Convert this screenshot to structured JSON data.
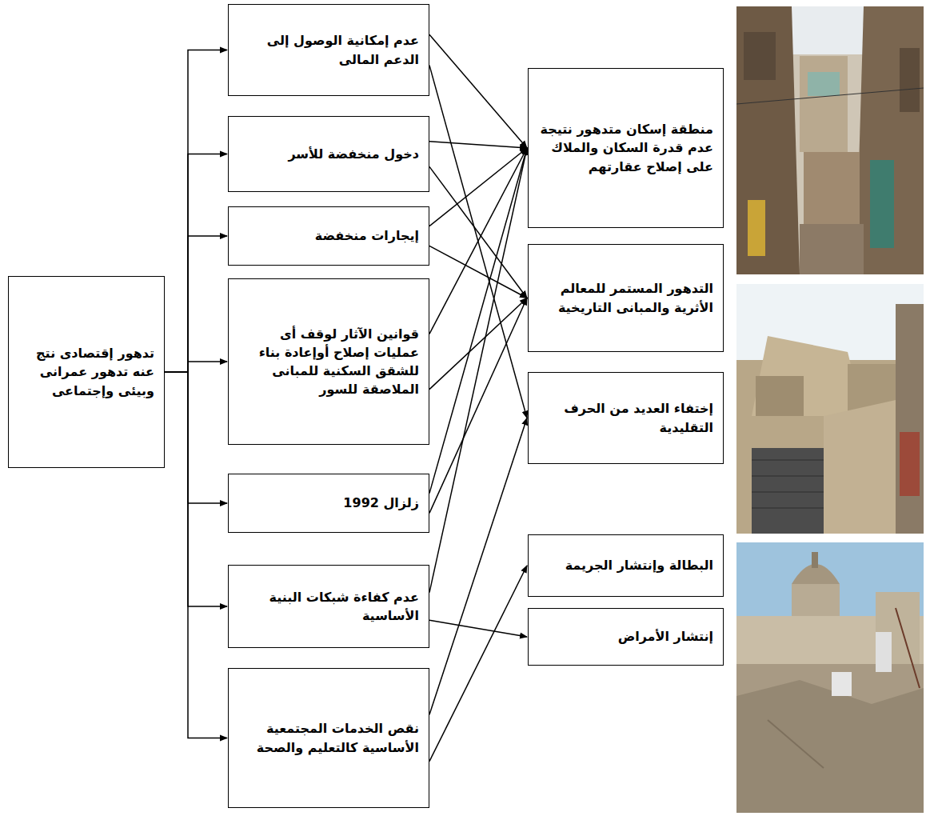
{
  "diagram": {
    "nodes": [
      {
        "text": [
          "تدهور إقتصادى نتج عنه تدهور عمرانى وبيئى وإجتماعى"
        ]
      },
      {
        "text": [
          "عدم إمكانية الوصول إلى الدعم المالى"
        ]
      },
      {
        "text": [
          "دخول منخفضة للأسر"
        ]
      },
      {
        "text": [
          "إيجارات منخفضة"
        ]
      },
      {
        "text": [
          "قوانين الآثار لوقف أى عمليات إصلاح أوإعادة بناء للشقق السكنية للمبانى الملاصقة للسور"
        ]
      },
      {
        "text": [
          "زلزال 1992"
        ]
      },
      {
        "text": [
          "عدم كفاءة شبكات البنية الأساسية"
        ]
      },
      {
        "text": [
          "نقص الخدمات المجتمعية الأساسية كالتعليم والصحة"
        ]
      },
      {
        "text": [
          "منطقة إسكان متدهور نتيجة عدم قدرة السكان والملاك على إصلاح عقارتهم"
        ]
      },
      {
        "text": [
          "التدهور المستمر للمعالم الأثرية والمبانى التاريخية"
        ]
      },
      {
        "text": [
          "إختفاء العديد من الحرف التقليدية"
        ]
      },
      {
        "text": [
          "البطالة وإنتشار الجريمة"
        ]
      },
      {
        "text": [
          "إنتشار الأمراض"
        ]
      }
    ],
    "edges": [
      {
        "from": 0,
        "to": 1,
        "arrow": "to"
      },
      {
        "from": 0,
        "to": 2,
        "arrow": "to"
      },
      {
        "from": 0,
        "to": 3,
        "arrow": "to"
      },
      {
        "from": 0,
        "to": 4,
        "arrow": "to"
      },
      {
        "from": 0,
        "to": 5,
        "arrow": "to"
      },
      {
        "from": 0,
        "to": 6,
        "arrow": "to"
      },
      {
        "from": 0,
        "to": 7,
        "arrow": "to"
      },
      {
        "from": 1,
        "to": 8,
        "arrow": "to"
      },
      {
        "from": 1,
        "to": 10,
        "arrow": "to"
      },
      {
        "from": 2,
        "to": 8,
        "arrow": "to"
      },
      {
        "from": 2,
        "to": 9,
        "arrow": "to"
      },
      {
        "from": 3,
        "to": 8,
        "arrow": "to"
      },
      {
        "from": 3,
        "to": 9,
        "arrow": "to"
      },
      {
        "from": 4,
        "to": 8,
        "arrow": "to"
      },
      {
        "from": 4,
        "to": 9,
        "arrow": "to"
      },
      {
        "from": 5,
        "to": 8,
        "arrow": "to"
      },
      {
        "from": 5,
        "to": 9,
        "arrow": "to"
      },
      {
        "from": 6,
        "to": 8,
        "arrow": "to"
      },
      {
        "from": 6,
        "to": 12,
        "arrow": "to"
      },
      {
        "from": 7,
        "to": 10,
        "arrow": "to"
      },
      {
        "from": 7,
        "to": 11,
        "arrow": "to"
      }
    ]
  }
}
